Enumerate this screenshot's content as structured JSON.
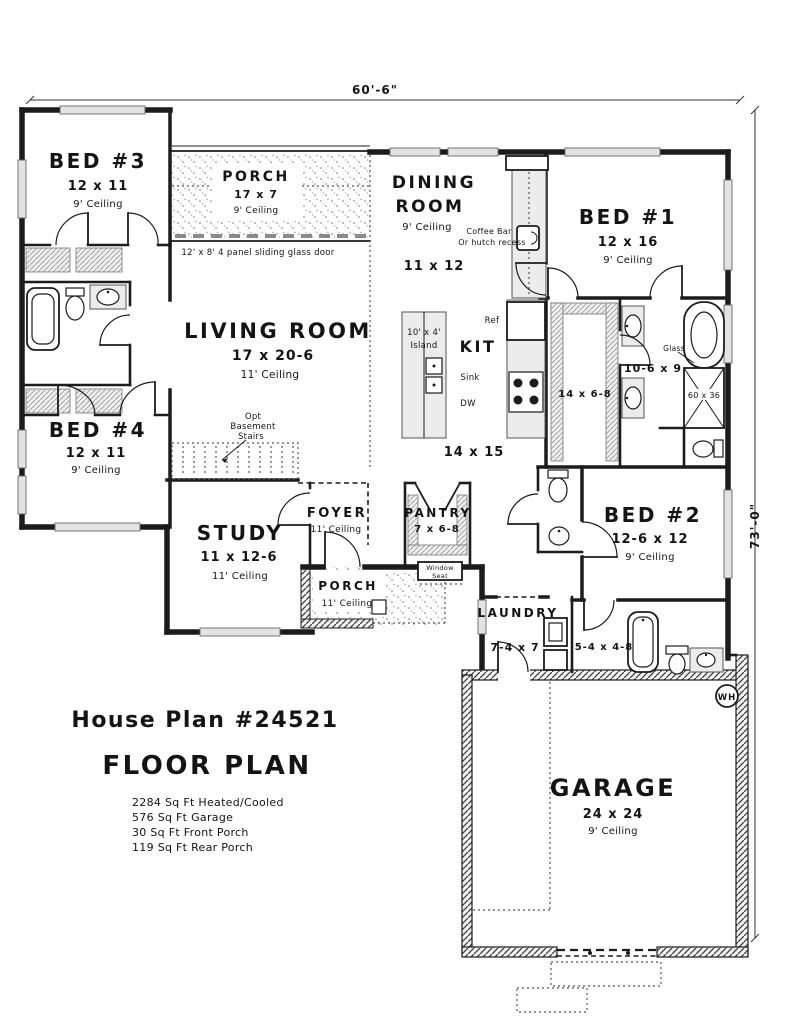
{
  "page": {
    "ink": "#1c1c1c",
    "window_fill": "#e3e3e3",
    "counter_fill": "#ececec",
    "stipple_dot": "#777777"
  },
  "title_block": {
    "title": "House Plan #24521",
    "subtitle": "FLOOR PLAN",
    "stats": [
      "2284 Sq Ft Heated/Cooled",
      "576 Sq Ft Garage",
      "30 Sq Ft Front Porch",
      "119 Sq Ft Rear Porch"
    ]
  },
  "dimensions": {
    "overall_width": "60'-6\"",
    "overall_depth": "73'-0\""
  },
  "rooms": {
    "bed1": {
      "name": "BED #1",
      "size": "12 x 16",
      "ceiling": "9' Ceiling"
    },
    "bed2": {
      "name": "BED #2",
      "size": "12-6 x 12",
      "ceiling": "9' Ceiling"
    },
    "bed3": {
      "name": "BED #3",
      "size": "12 x 11",
      "ceiling": "9' Ceiling"
    },
    "bed4": {
      "name": "BED #4",
      "size": "12 x 11",
      "ceiling": "9' Ceiling"
    },
    "living": {
      "name": "LIVING ROOM",
      "size": "17 x 20-6",
      "ceiling": "11' Ceiling"
    },
    "dining": {
      "line1": "DINING",
      "line2": "ROOM",
      "ceiling": "9' Ceiling",
      "size": "11 x 12"
    },
    "kitchen": {
      "name": "KIT",
      "size": "14 x 15"
    },
    "study": {
      "name": "STUDY",
      "size": "11 x 12-6",
      "ceiling": "11' Ceiling"
    },
    "foyer": {
      "name": "FOYER",
      "ceiling": "11' Ceiling"
    },
    "pantry": {
      "name": "PANTRY",
      "size": "7 x 6-8"
    },
    "rear_porch": {
      "name": "PORCH",
      "size": "17 x 7",
      "ceiling": "9' Ceiling"
    },
    "front_porch": {
      "name": "PORCH",
      "ceiling": "11' Ceiling"
    },
    "laundry": {
      "name": "LAUNDRY",
      "size": "7-4 x 7"
    },
    "hall_bath": {
      "size": "5-4 x 4-8"
    },
    "master_bath": {
      "size": "10-6 x 9"
    },
    "master_closet": {
      "size": "14 x 6-8"
    },
    "garage": {
      "name": "GARAGE",
      "size": "24 x 24",
      "ceiling": "9' Ceiling"
    }
  },
  "annotations": {
    "sliding_door": "12' x 8' 4 panel sliding glass door",
    "coffee_bar_line1": "Coffee Bar",
    "coffee_bar_line2": "Or hutch recess",
    "ref": "Ref",
    "sink": "Sink",
    "dw": "DW",
    "island_line1": "10' x 4'",
    "island_line2": "Island",
    "opt_line1": "Opt",
    "opt_line2": "Basement",
    "opt_line3": "Stairs",
    "window_seat_line1": "Window",
    "window_seat_line2": "Seat",
    "glass": "Glass",
    "shower_size": "60 x 36",
    "water_heater": "WH"
  }
}
